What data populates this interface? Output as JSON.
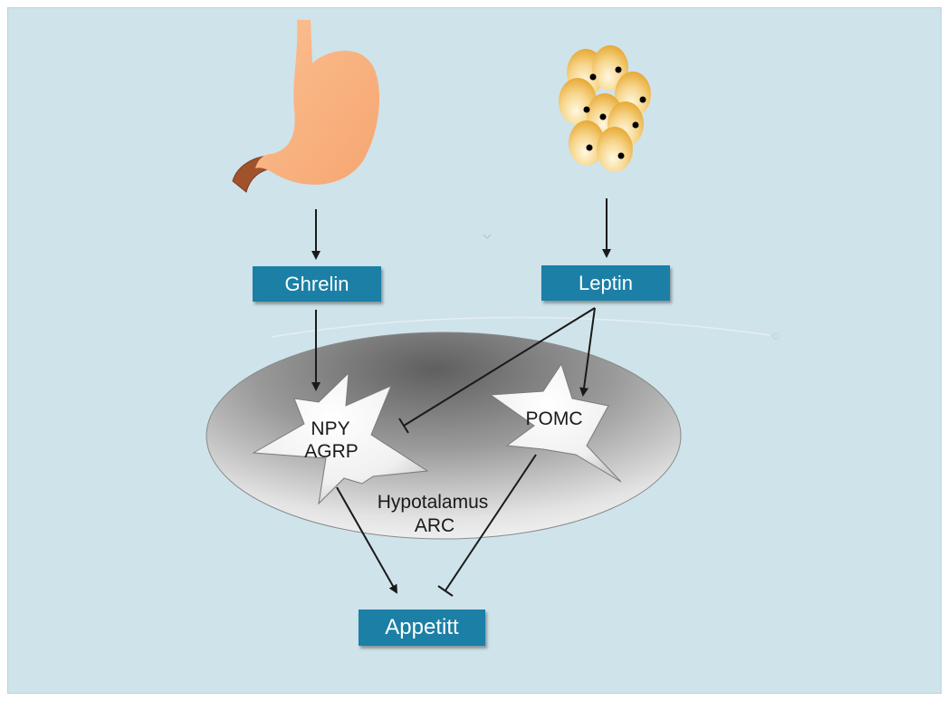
{
  "hormones": {
    "ghrelin": "Ghrelin",
    "leptin": "Leptin"
  },
  "neurons": {
    "npy": "NPY",
    "agrp": "AGRP",
    "pomc": "POMC"
  },
  "region": {
    "name": "Hypotalamus",
    "nucleus": "ARC"
  },
  "output": {
    "appetite": "Appetitt"
  },
  "colors": {
    "background": "#cfe3ea",
    "label_box": "#1b7fa6",
    "stomach": "#f9b07f",
    "esophagus": "#a0522d",
    "arrow": "#1a1a1a"
  },
  "relations": [
    {
      "from": "stomach",
      "to": "Ghrelin",
      "type": "stimulates"
    },
    {
      "from": "fat-cells",
      "to": "Leptin",
      "type": "stimulates"
    },
    {
      "from": "Ghrelin",
      "to": "NPY/AGRP",
      "type": "stimulates"
    },
    {
      "from": "Leptin",
      "to": "NPY/AGRP",
      "type": "inhibits"
    },
    {
      "from": "Leptin",
      "to": "POMC",
      "type": "stimulates"
    },
    {
      "from": "NPY/AGRP",
      "to": "Appetitt",
      "type": "stimulates"
    },
    {
      "from": "POMC",
      "to": "Appetitt",
      "type": "inhibits"
    }
  ]
}
